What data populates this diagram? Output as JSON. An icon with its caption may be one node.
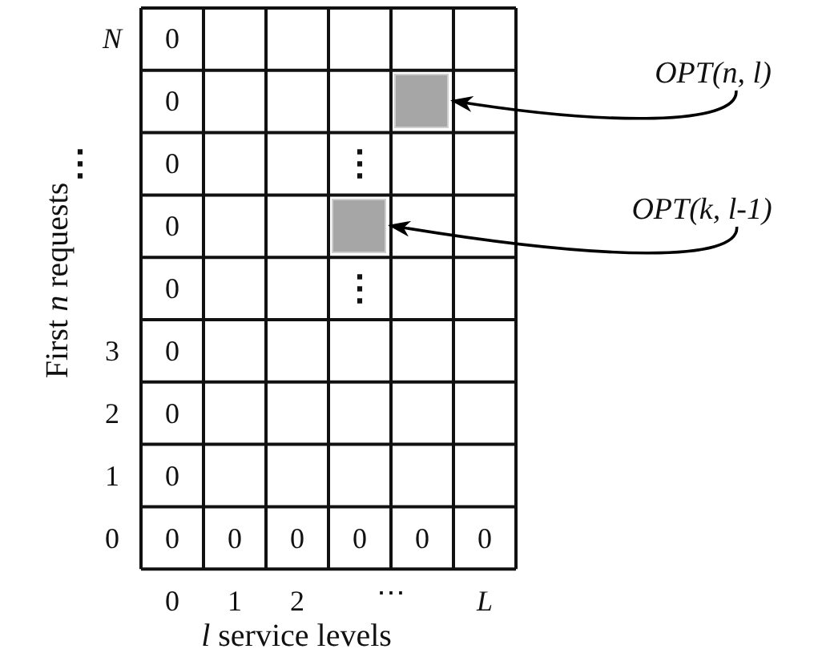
{
  "diagram": {
    "nodes": [
      {
        "text": [
          "OPT(n, l)"
        ]
      },
      {
        "text": [],
        "shape": "box"
      },
      {
        "text": [
          "OPT(k, l-1)"
        ]
      },
      {
        "text": [],
        "shape": "box"
      }
    ],
    "edges": [
      {
        "from": 0,
        "to": 1,
        "arrow": "to"
      },
      {
        "from": 2,
        "to": 3,
        "arrow": "to"
      }
    ],
    "labels": [
      "First *n* requests",
      "N",
      "0",
      "0",
      "⋮",
      "0",
      "⋮",
      "0",
      "0",
      "⋮",
      "3",
      "0",
      "2",
      "0",
      "1",
      "0",
      "0",
      "0",
      "0",
      "0",
      "0",
      "0",
      "0",
      "0",
      "1",
      "2",
      "⋯",
      "L",
      "*l* service levels"
    ]
  }
}
